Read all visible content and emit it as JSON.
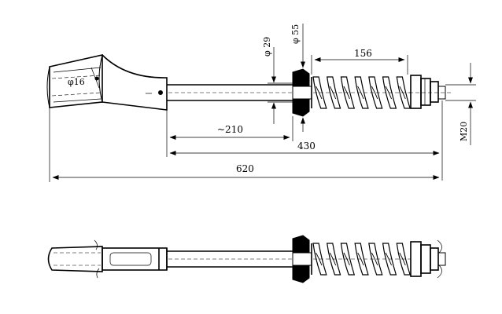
{
  "dimensions": {
    "dia29": "φ 29",
    "dia55": "φ 55",
    "len156": "156",
    "thread": "M20",
    "len210": "~210",
    "len430": "430",
    "len620": "620",
    "inner_mark": "φ16"
  }
}
